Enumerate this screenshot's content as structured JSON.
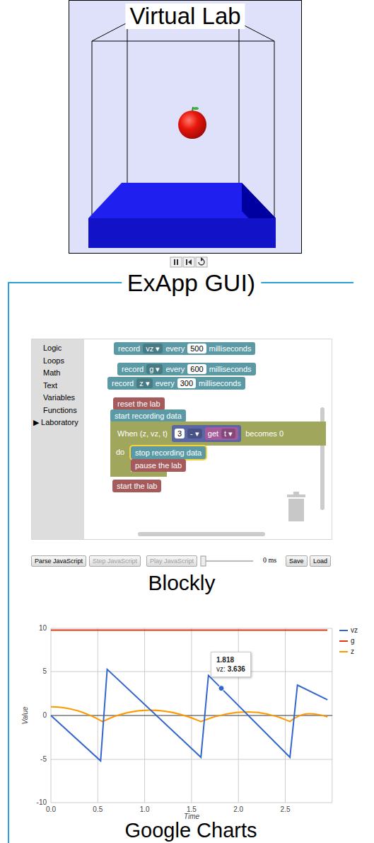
{
  "diagram": {
    "nodes": [
      {
        "text": [
          "Virtual Lab"
        ]
      },
      {
        "text": [
          "ExApp GUI)"
        ]
      },
      {
        "text": [
          "Blockly"
        ],
        "in": 1
      },
      {
        "text": [
          "Logic",
          "Loops",
          "Math",
          "Text",
          "Variables",
          "Functions",
          "▶ Laboratory"
        ],
        "in": 2
      },
      {
        "text": [
          "record",
          "vz ▾",
          "every",
          "500",
          "milliseconds"
        ],
        "in": 2
      },
      {
        "text": [
          "record",
          "g ▾",
          "every",
          "600",
          "milliseconds"
        ],
        "in": 2
      },
      {
        "text": [
          "record",
          "z ▾",
          "every",
          "300",
          "milliseconds"
        ],
        "in": 2
      },
      {
        "text": [
          "reset the lab"
        ],
        "in": 2
      },
      {
        "text": [
          "start recording data"
        ],
        "in": 2
      },
      {
        "text": [
          "When (z, vz, t)",
          "becomes 0",
          "do"
        ],
        "in": 2
      },
      {
        "text": [
          "3",
          "- ▾"
        ],
        "in": 9
      },
      {
        "text": [
          "get",
          "t ▾"
        ],
        "in": 10
      },
      {
        "text": [
          "stop recording data"
        ],
        "in": 9
      },
      {
        "text": [
          "pause the lab"
        ],
        "in": 9
      },
      {
        "text": [
          "start the lab"
        ],
        "in": 2
      },
      {
        "text": [
          "Parse JavaScript"
        ],
        "in": 1
      },
      {
        "text": [
          "Step JavaScript"
        ],
        "in": 1
      },
      {
        "text": [
          "Play JavaScript"
        ],
        "in": 1
      },
      {
        "text": [
          "Save"
        ],
        "in": 1
      },
      {
        "text": [
          "Load"
        ],
        "in": 1
      },
      {
        "text": [
          "Google Charts"
        ],
        "in": 1
      },
      {
        "text": [
          "1.818",
          "vz:",
          "3.636"
        ],
        "in": 20
      }
    ],
    "labels": [
      "0 ms",
      "10",
      "5",
      "0",
      "-5",
      "-10",
      "0.0",
      "0.5",
      "1.0",
      "1.5",
      "2.0",
      "2.5",
      "Value",
      "Time"
    ],
    "legend": [
      {
        "text": "vz",
        "color": "#3366cc"
      },
      {
        "text": "g",
        "color": "#dc3912"
      },
      {
        "text": "z",
        "color": "#ff9900"
      }
    ]
  }
}
